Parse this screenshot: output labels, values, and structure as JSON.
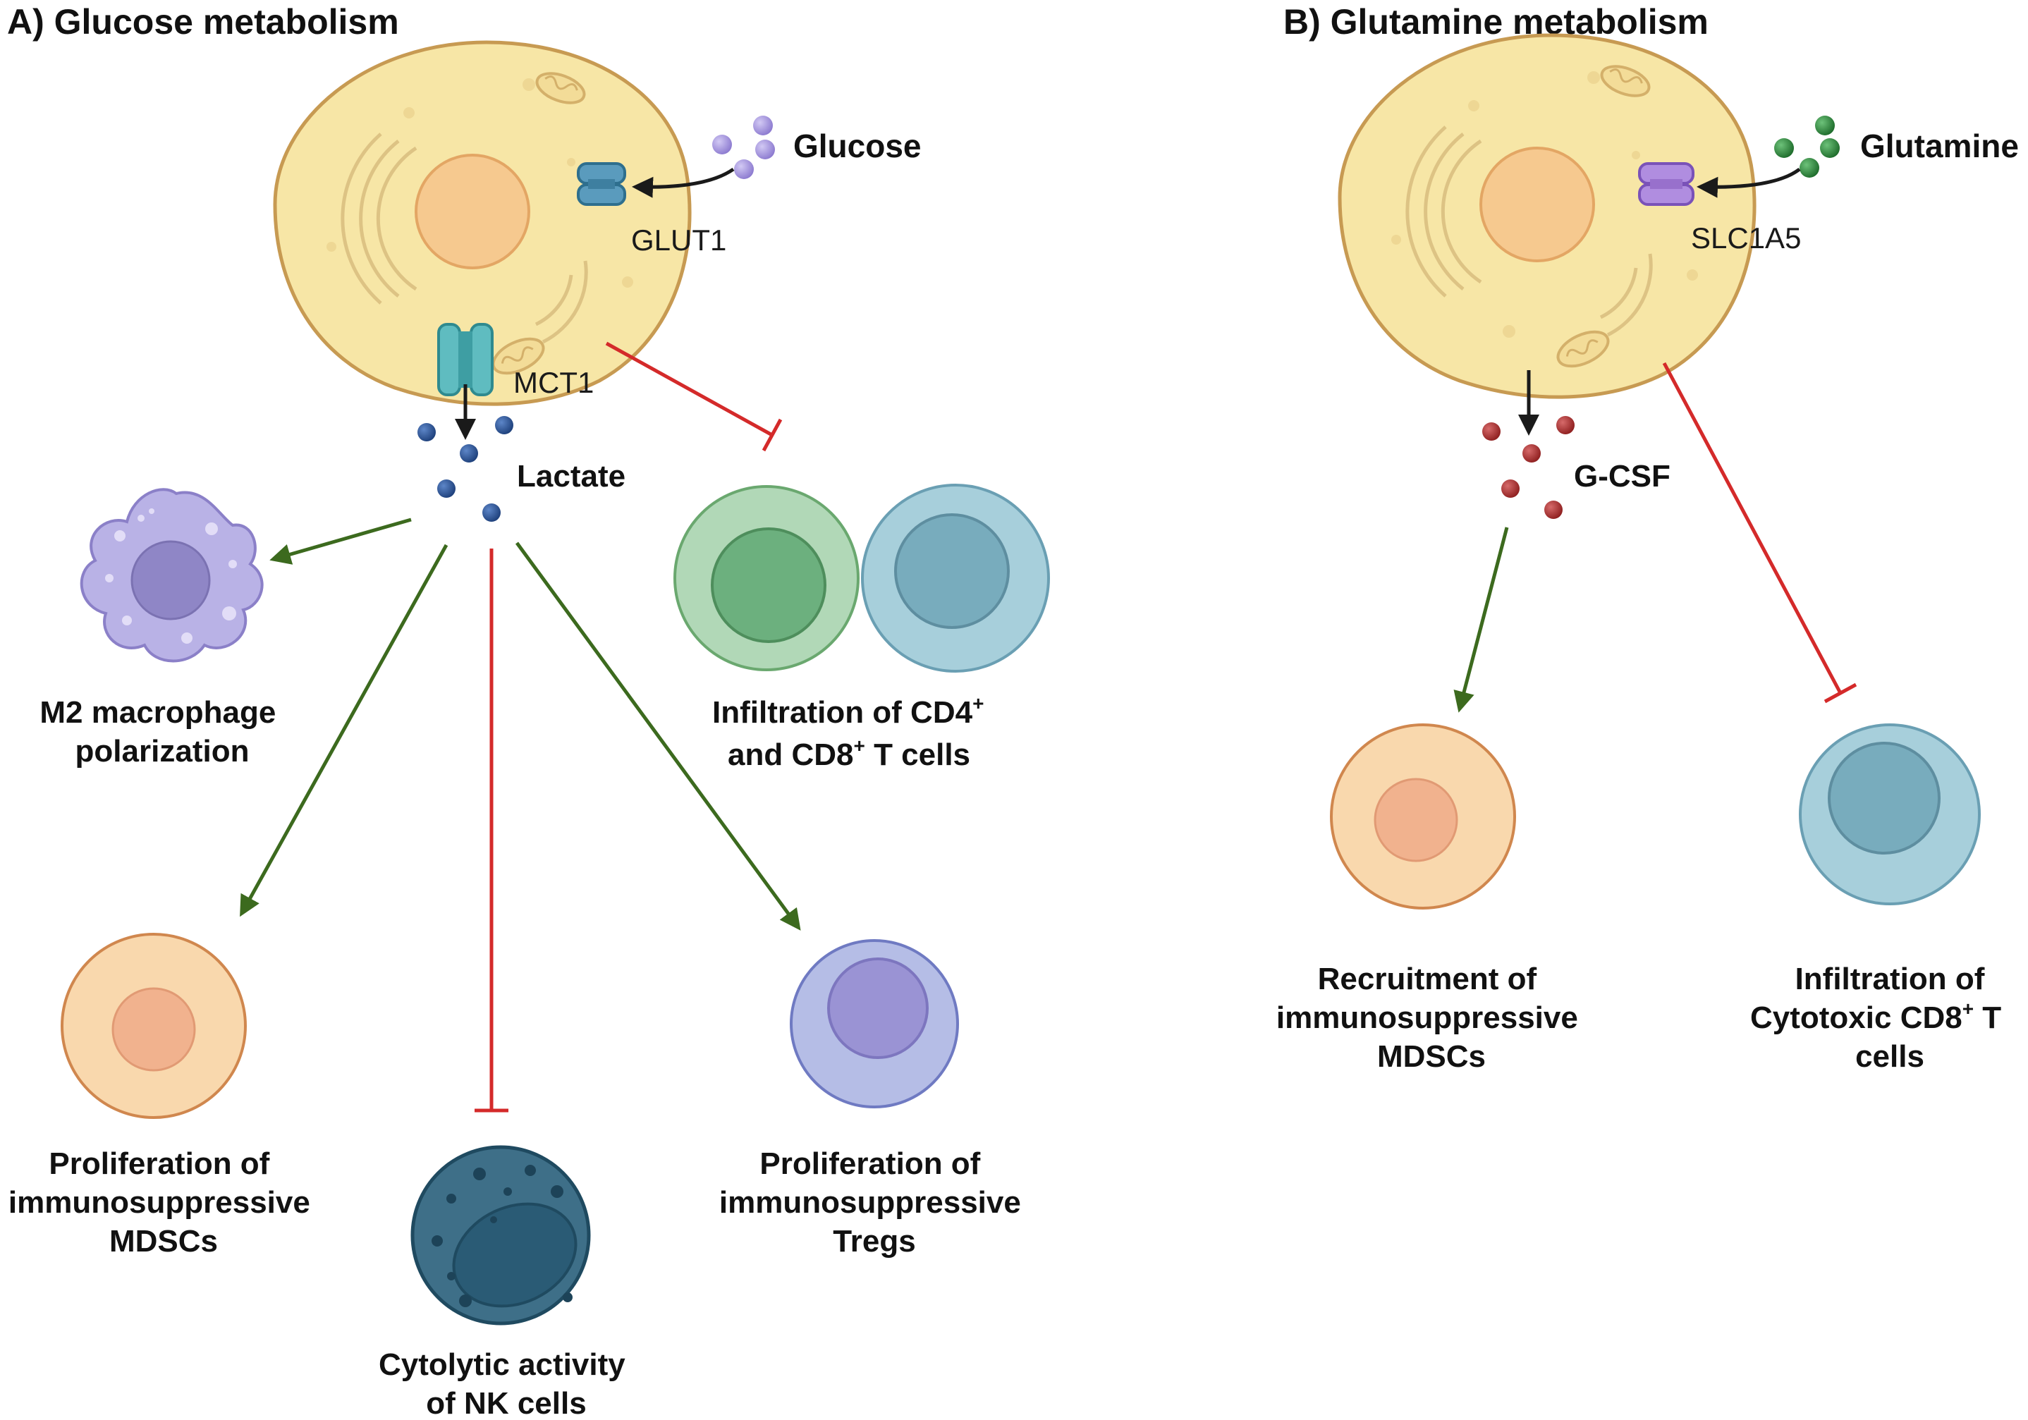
{
  "panel_a": {
    "title": "A) Glucose metabolism",
    "glucose_label": "Glucose",
    "glut1_label": "GLUT1",
    "mct1_label": "MCT1",
    "lactate_label": "Lactate",
    "m2_label": [
      "M2 macrophage",
      "polarization"
    ],
    "infiltration_label": {
      "l1": "Infiltration of CD4",
      "l2a": "and CD8",
      "l2b": " T cells",
      "sup": "+"
    },
    "mdsc_label": [
      "Proliferation of",
      "immunosuppressive",
      "MDSCs"
    ],
    "nk_label": [
      "Cytolytic activity",
      "of NK cells"
    ],
    "treg_label": [
      "Proliferation of",
      "immunosuppressive",
      "Tregs"
    ]
  },
  "panel_b": {
    "title": "B) Glutamine metabolism",
    "glutamine_label": "Glutamine",
    "slc_label": "SLC1A5",
    "gcsf_label": "G-CSF",
    "recruit_label": [
      "Recruitment of",
      "immunosuppressive",
      "MDSCs"
    ],
    "infiltration_label": {
      "l1": "Infiltration of",
      "l2a": "Cytotoxic CD8",
      "l2b": " T",
      "l3": "cells",
      "sup": "+"
    }
  },
  "colors": {
    "promote_arrow": "#3c6a1e",
    "inhibit_arrow": "#d42a2a",
    "tumor_cell_fill": "#f7e6a6",
    "tumor_cell_stroke": "#c79a52",
    "lactate_dot": "#234a8c",
    "gcsf_dot": "#a82a2a",
    "glucose_dot": "#a89ae0",
    "glutamine_dot": "#2f8a3c"
  },
  "icons": [
    "tumor-cell-icon",
    "transporter-icon",
    "macrophage-icon",
    "t-cell-icon",
    "mdsc-cell-icon",
    "nk-cell-icon",
    "treg-cell-icon"
  ]
}
